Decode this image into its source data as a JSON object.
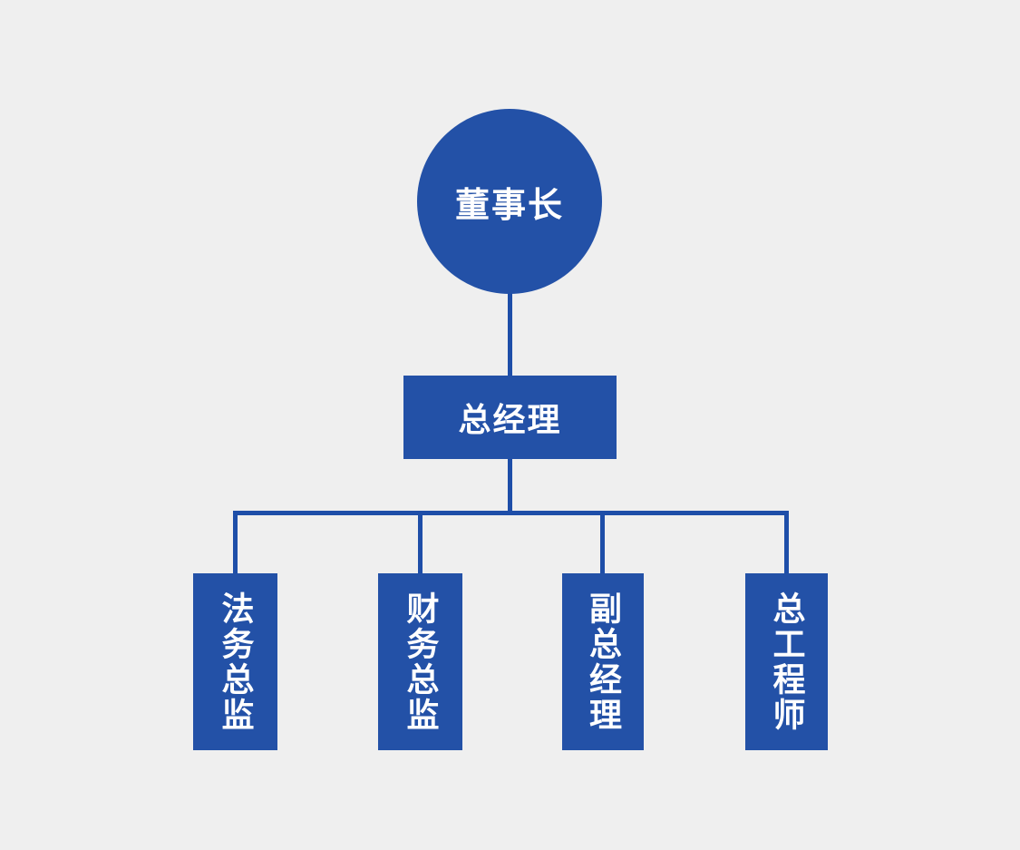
{
  "diagram": {
    "type": "org-chart",
    "colors": {
      "background": "#EFEFEF",
      "node_fill": "#2351A7",
      "line_color": "#1E4EA8",
      "node_text": "#FFFFFF"
    },
    "root": {
      "label": "董事长",
      "shape": "circle"
    },
    "level2": {
      "label": "总经理",
      "shape": "rectangle"
    },
    "level3": [
      {
        "label": "法务总监",
        "shape": "vertical-rectangle"
      },
      {
        "label": "财务总监",
        "shape": "vertical-rectangle"
      },
      {
        "label": "副总经理",
        "shape": "vertical-rectangle"
      },
      {
        "label": "总工程师",
        "shape": "vertical-rectangle"
      }
    ]
  }
}
